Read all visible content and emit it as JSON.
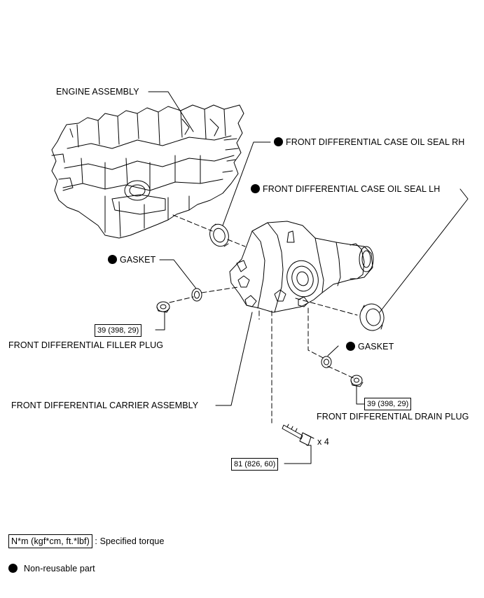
{
  "labels": {
    "engine_assembly": "ENGINE ASSEMBLY",
    "oil_seal_rh": "FRONT DIFFERENTIAL CASE OIL SEAL RH",
    "oil_seal_lh": "FRONT DIFFERENTIAL CASE OIL SEAL LH",
    "gasket_filler": "GASKET",
    "gasket_drain": "GASKET",
    "filler_plug": "FRONT DIFFERENTIAL FILLER PLUG",
    "carrier_assembly": "FRONT DIFFERENTIAL CARRIER ASSEMBLY",
    "drain_plug": "FRONT DIFFERENTIAL DRAIN PLUG",
    "bolt_qty": "x 4"
  },
  "torques": {
    "filler_plug": "39 (398, 29)",
    "drain_plug": "39 (398, 29)",
    "bolt": "81 (826, 60)"
  },
  "legend": {
    "torque_box": "N*m (kgf*cm, ft.*lbf)",
    "torque_text": ": Specified torque",
    "nonreusable_text": "Non-reusable part"
  }
}
